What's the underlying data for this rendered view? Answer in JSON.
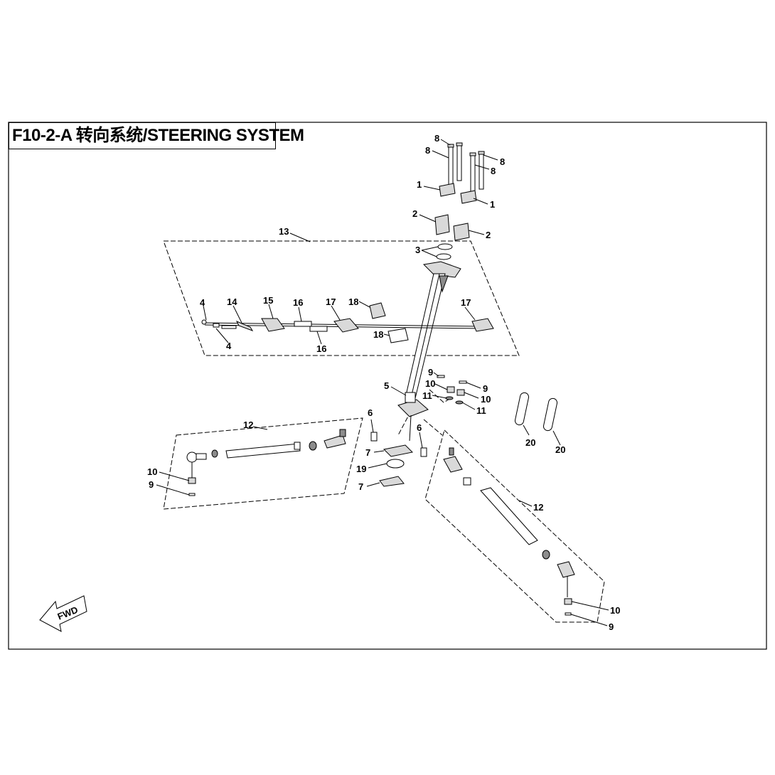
{
  "title": "F10-2-A 转向系统/STEERING SYSTEM",
  "fwd_label": "FWD",
  "callouts": {
    "c1a": "1",
    "c1b": "1",
    "c2a": "2",
    "c2b": "2",
    "c3": "3",
    "c4a": "4",
    "c4b": "4",
    "c5": "5",
    "c6a": "6",
    "c6b": "6",
    "c7a": "7",
    "c7b": "7",
    "c8a": "8",
    "c8b": "8",
    "c8c": "8",
    "c8d": "8",
    "c9a": "9",
    "c9b": "9",
    "c9c": "9",
    "c9d": "9",
    "c10a": "10",
    "c10b": "10",
    "c10c": "10",
    "c10d": "10",
    "c11a": "11",
    "c11b": "11",
    "c12a": "12",
    "c12b": "12",
    "c13": "13",
    "c14": "14",
    "c15": "15",
    "c16a": "16",
    "c16b": "16",
    "c17a": "17",
    "c17b": "17",
    "c18a": "18",
    "c18b": "18",
    "c19": "19",
    "c20a": "20",
    "c20b": "20"
  }
}
